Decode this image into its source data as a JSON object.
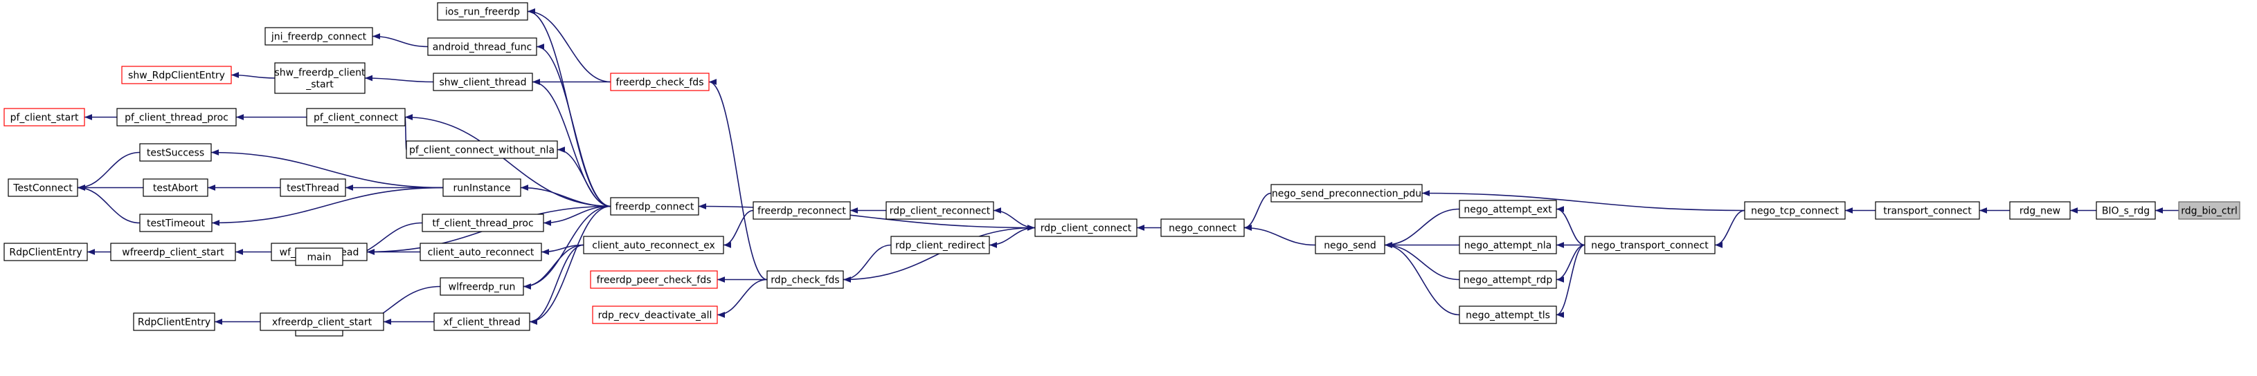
{
  "colors": {
    "edge": "#191970",
    "node_border": "#000000",
    "truncated_border": "#ff0000",
    "focus_fill": "#bfbfbf",
    "background": "#ffffff"
  },
  "nodes": {
    "rdg_bio_ctrl": {
      "label": "rdg_bio_ctrl",
      "style": "focus"
    },
    "BIO_s_rdg": {
      "label": "BIO_s_rdg",
      "style": "normal"
    },
    "rdg_new": {
      "label": "rdg_new",
      "style": "normal"
    },
    "transport_connect": {
      "label": "transport_connect",
      "style": "normal"
    },
    "nego_tcp_connect": {
      "label": "nego_tcp_connect",
      "style": "normal"
    },
    "nego_send_preconnection_pdu": {
      "label": "nego_send_preconnection_pdu",
      "style": "normal"
    },
    "nego_transport_connect": {
      "label": "nego_transport_connect",
      "style": "normal"
    },
    "nego_attempt_ext": {
      "label": "nego_attempt_ext",
      "style": "normal"
    },
    "nego_attempt_nla": {
      "label": "nego_attempt_nla",
      "style": "normal"
    },
    "nego_attempt_rdp": {
      "label": "nego_attempt_rdp",
      "style": "normal"
    },
    "nego_attempt_tls": {
      "label": "nego_attempt_tls",
      "style": "normal"
    },
    "nego_send": {
      "label": "nego_send",
      "style": "normal"
    },
    "nego_connect": {
      "label": "nego_connect",
      "style": "normal"
    },
    "rdp_client_connect": {
      "label": "rdp_client_connect",
      "style": "normal"
    },
    "rdp_client_reconnect": {
      "label": "rdp_client_reconnect",
      "style": "normal"
    },
    "rdp_client_redirect": {
      "label": "rdp_client_redirect",
      "style": "normal"
    },
    "freerdp_reconnect": {
      "label": "freerdp_reconnect",
      "style": "normal"
    },
    "rdp_check_fds": {
      "label": "rdp_check_fds",
      "style": "normal"
    },
    "freerdp_peer_check_fds": {
      "label": "freerdp_peer_check_fds",
      "style": "red"
    },
    "rdp_recv_deactivate_all": {
      "label": "rdp_recv_deactivate_all",
      "style": "red"
    },
    "freerdp_check_fds": {
      "label": "freerdp_check_fds",
      "style": "red"
    },
    "freerdp_connect": {
      "label": "freerdp_connect",
      "style": "normal"
    },
    "client_auto_reconnect_ex": {
      "label": "client_auto_reconnect_ex",
      "style": "normal"
    },
    "client_auto_reconnect": {
      "label": "client_auto_reconnect",
      "style": "normal"
    },
    "wlfreerdp_run": {
      "label": "wlfreerdp_run",
      "style": "normal"
    },
    "xf_client_thread": {
      "label": "xf_client_thread",
      "style": "normal"
    },
    "ios_run_freerdp": {
      "label": "ios_run_freerdp",
      "style": "normal"
    },
    "android_thread_func": {
      "label": "android_thread_func",
      "style": "normal"
    },
    "shw_client_thread": {
      "label": "shw_client_thread",
      "style": "normal"
    },
    "pf_client_connect": {
      "label": "pf_client_connect",
      "style": "normal"
    },
    "pf_client_connect_without_nla": {
      "label": "pf_client_connect_without_nla",
      "style": "normal"
    },
    "runInstance": {
      "label": "runInstance",
      "style": "normal"
    },
    "tf_client_thread_proc": {
      "label": "tf_client_thread_proc",
      "style": "normal"
    },
    "wf_client_thread": {
      "label": "wf_client_thread",
      "style": "normal"
    },
    "jni_freerdp_connect": {
      "label": "jni_freerdp_connect",
      "style": "normal"
    },
    "shw_freerdp_client_start": {
      "label": "shw_freerdp_client\n_start",
      "style": "normal"
    },
    "shw_RdpClientEntry": {
      "label": "shw_RdpClientEntry",
      "style": "red"
    },
    "pf_client_thread_proc": {
      "label": "pf_client_thread_proc",
      "style": "normal"
    },
    "pf_client_start": {
      "label": "pf_client_start",
      "style": "red"
    },
    "testSuccess": {
      "label": "testSuccess",
      "style": "normal"
    },
    "testAbort": {
      "label": "testAbort",
      "style": "normal"
    },
    "testThread": {
      "label": "testThread",
      "style": "normal"
    },
    "testTimeout": {
      "label": "testTimeout",
      "style": "normal"
    },
    "TestConnect": {
      "label": "TestConnect",
      "style": "normal"
    },
    "main_1": {
      "label": "main",
      "style": "normal"
    },
    "main_2": {
      "label": "main",
      "style": "normal"
    },
    "wfreerdp_client_start": {
      "label": "wfreerdp_client_start",
      "style": "normal"
    },
    "RdpClientEntry_1": {
      "label": "RdpClientEntry",
      "style": "normal"
    },
    "xfreerdp_client_start": {
      "label": "xfreerdp_client_start",
      "style": "normal"
    },
    "RdpClientEntry_2": {
      "label": "RdpClientEntry",
      "style": "normal"
    }
  },
  "edges": [
    [
      "BIO_s_rdg",
      "rdg_bio_ctrl"
    ],
    [
      "rdg_new",
      "BIO_s_rdg"
    ],
    [
      "transport_connect",
      "rdg_new"
    ],
    [
      "nego_tcp_connect",
      "transport_connect"
    ],
    [
      "nego_send_preconnection_pdu",
      "nego_tcp_connect"
    ],
    [
      "nego_transport_connect",
      "nego_tcp_connect"
    ],
    [
      "nego_attempt_ext",
      "nego_transport_connect"
    ],
    [
      "nego_attempt_nla",
      "nego_transport_connect"
    ],
    [
      "nego_attempt_rdp",
      "nego_transport_connect"
    ],
    [
      "nego_attempt_tls",
      "nego_transport_connect"
    ],
    [
      "nego_send",
      "nego_attempt_ext"
    ],
    [
      "nego_send",
      "nego_attempt_nla"
    ],
    [
      "nego_send",
      "nego_attempt_rdp"
    ],
    [
      "nego_send",
      "nego_attempt_tls"
    ],
    [
      "nego_connect",
      "nego_send_preconnection_pdu"
    ],
    [
      "nego_connect",
      "nego_send"
    ],
    [
      "rdp_client_connect",
      "nego_connect"
    ],
    [
      "rdp_client_reconnect",
      "rdp_client_connect"
    ],
    [
      "rdp_client_redirect",
      "rdp_client_connect"
    ],
    [
      "freerdp_connect",
      "rdp_client_connect"
    ],
    [
      "rdp_client_connect",
      "rdp_check_fds"
    ],
    [
      "freerdp_reconnect",
      "rdp_client_reconnect"
    ],
    [
      "rdp_check_fds",
      "rdp_client_redirect"
    ],
    [
      "client_auto_reconnect_ex",
      "freerdp_reconnect"
    ],
    [
      "freerdp_peer_check_fds",
      "rdp_check_fds"
    ],
    [
      "rdp_recv_deactivate_all",
      "rdp_check_fds"
    ],
    [
      "freerdp_check_fds",
      "rdp_check_fds"
    ],
    [
      "ios_run_freerdp",
      "freerdp_check_fds"
    ],
    [
      "shw_client_thread",
      "freerdp_check_fds"
    ],
    [
      "client_auto_reconnect",
      "client_auto_reconnect_ex"
    ],
    [
      "wlfreerdp_run",
      "client_auto_reconnect_ex"
    ],
    [
      "xf_client_thread",
      "client_auto_reconnect_ex"
    ],
    [
      "ios_run_freerdp",
      "freerdp_connect"
    ],
    [
      "android_thread_func",
      "freerdp_connect"
    ],
    [
      "shw_client_thread",
      "freerdp_connect"
    ],
    [
      "pf_client_connect",
      "freerdp_connect"
    ],
    [
      "pf_client_connect_without_nla",
      "freerdp_connect"
    ],
    [
      "runInstance",
      "freerdp_connect"
    ],
    [
      "tf_client_thread_proc",
      "freerdp_connect"
    ],
    [
      "wf_client_thread",
      "freerdp_connect"
    ],
    [
      "wlfreerdp_run",
      "freerdp_connect"
    ],
    [
      "xf_client_thread",
      "freerdp_connect"
    ],
    [
      "wf_client_thread",
      "client_auto_reconnect"
    ],
    [
      "main_2",
      "wlfreerdp_run"
    ],
    [
      "xfreerdp_client_start",
      "xf_client_thread"
    ],
    [
      "jni_freerdp_connect",
      "android_thread_func"
    ],
    [
      "shw_freerdp_client_start",
      "shw_client_thread"
    ],
    [
      "pf_client_thread_proc",
      "pf_client_connect"
    ],
    [
      "pf_client_connect",
      "pf_client_connect_without_nla"
    ],
    [
      "testSuccess",
      "runInstance"
    ],
    [
      "testThread",
      "runInstance"
    ],
    [
      "testTimeout",
      "runInstance"
    ],
    [
      "main_1",
      "tf_client_thread_proc"
    ],
    [
      "wfreerdp_client_start",
      "wf_client_thread"
    ],
    [
      "shw_RdpClientEntry",
      "shw_freerdp_client_start"
    ],
    [
      "pf_client_start",
      "pf_client_thread_proc"
    ],
    [
      "TestConnect",
      "testSuccess"
    ],
    [
      "TestConnect",
      "testAbort"
    ],
    [
      "TestConnect",
      "testTimeout"
    ],
    [
      "testAbort",
      "testThread"
    ],
    [
      "RdpClientEntry_1",
      "wfreerdp_client_start"
    ],
    [
      "RdpClientEntry_2",
      "xfreerdp_client_start"
    ]
  ]
}
